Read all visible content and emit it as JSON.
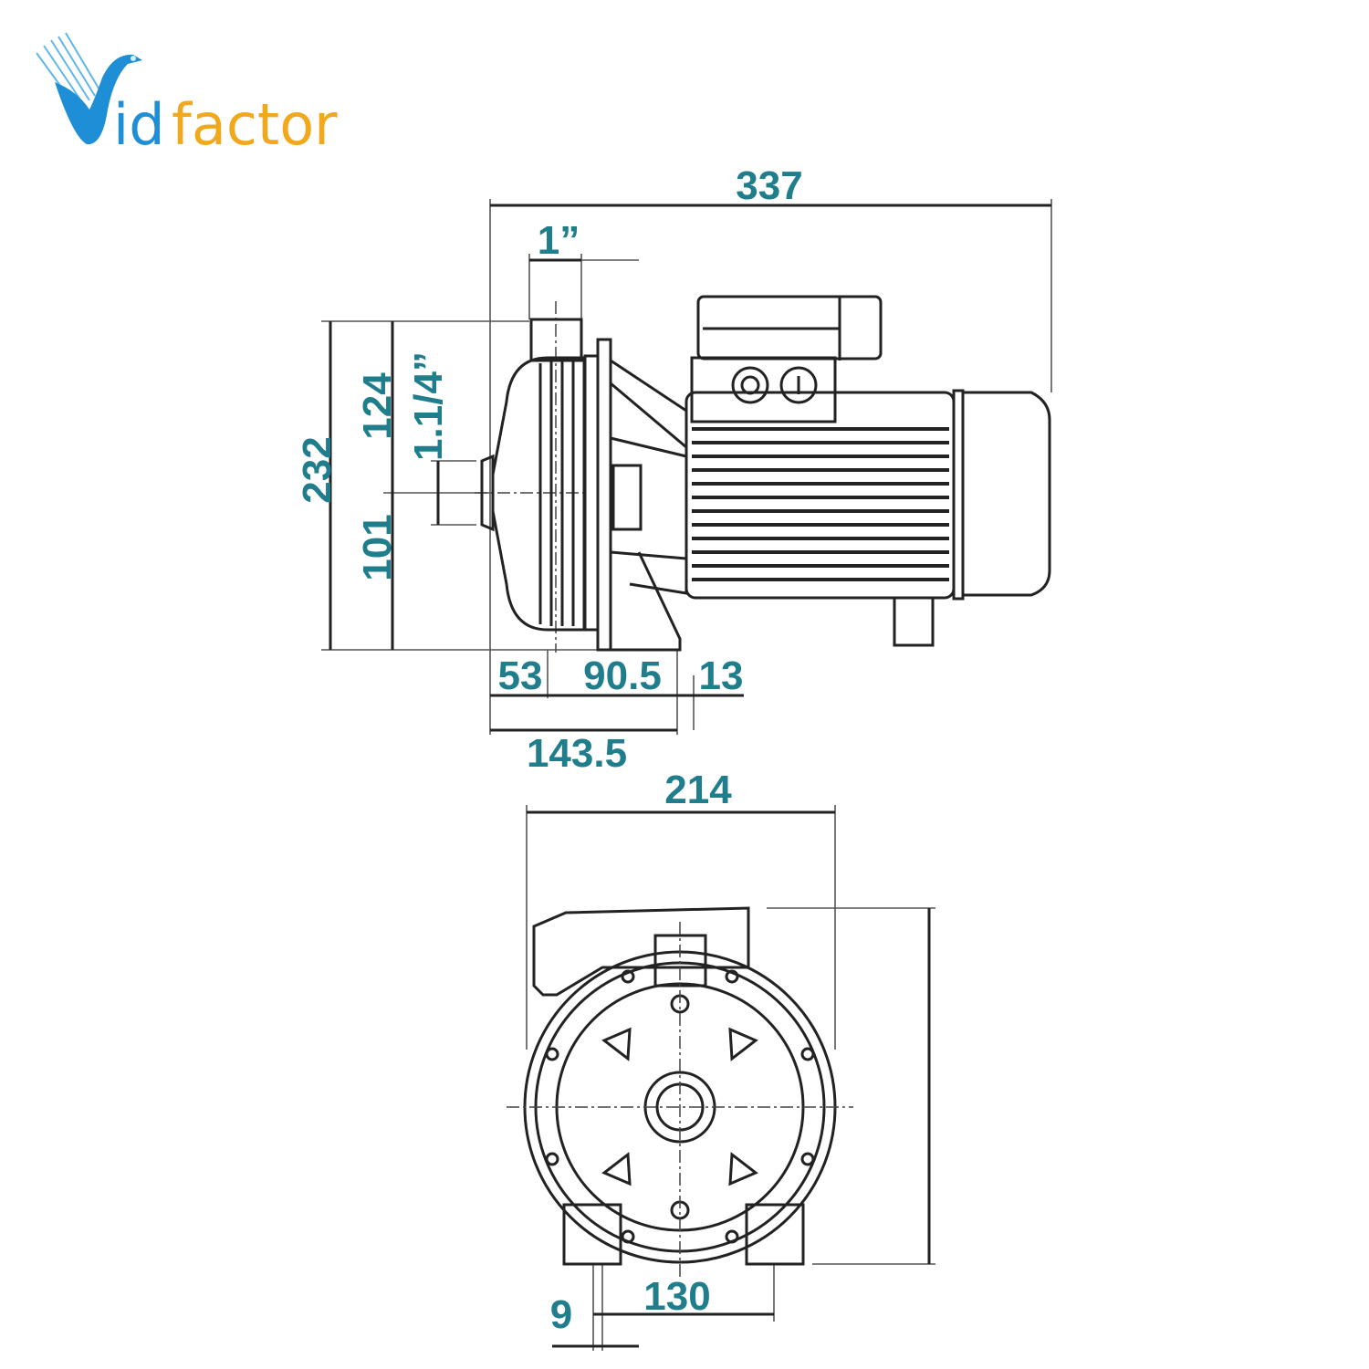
{
  "logo": {
    "text": "Vidfactor",
    "colors": {
      "vid": "#1e8fd6",
      "factor": "#f2a81d"
    }
  },
  "side_view": {
    "dimensions": {
      "overall_length": "337",
      "outlet_size": "1”",
      "inlet_size": "1.1/4”",
      "total_height": "232",
      "upper_height": "124",
      "shaft_height": "101",
      "inlet_to_flange": "53",
      "flange_to_foot": "90.5",
      "foot_width": "13",
      "inlet_to_foot": "143.5"
    }
  },
  "front_view": {
    "dimensions": {
      "overall_width": "214",
      "foot_spacing": "130",
      "foot_hole": "9"
    }
  },
  "colors": {
    "dimension_text": "#1f7d8c",
    "line": "#222222"
  }
}
